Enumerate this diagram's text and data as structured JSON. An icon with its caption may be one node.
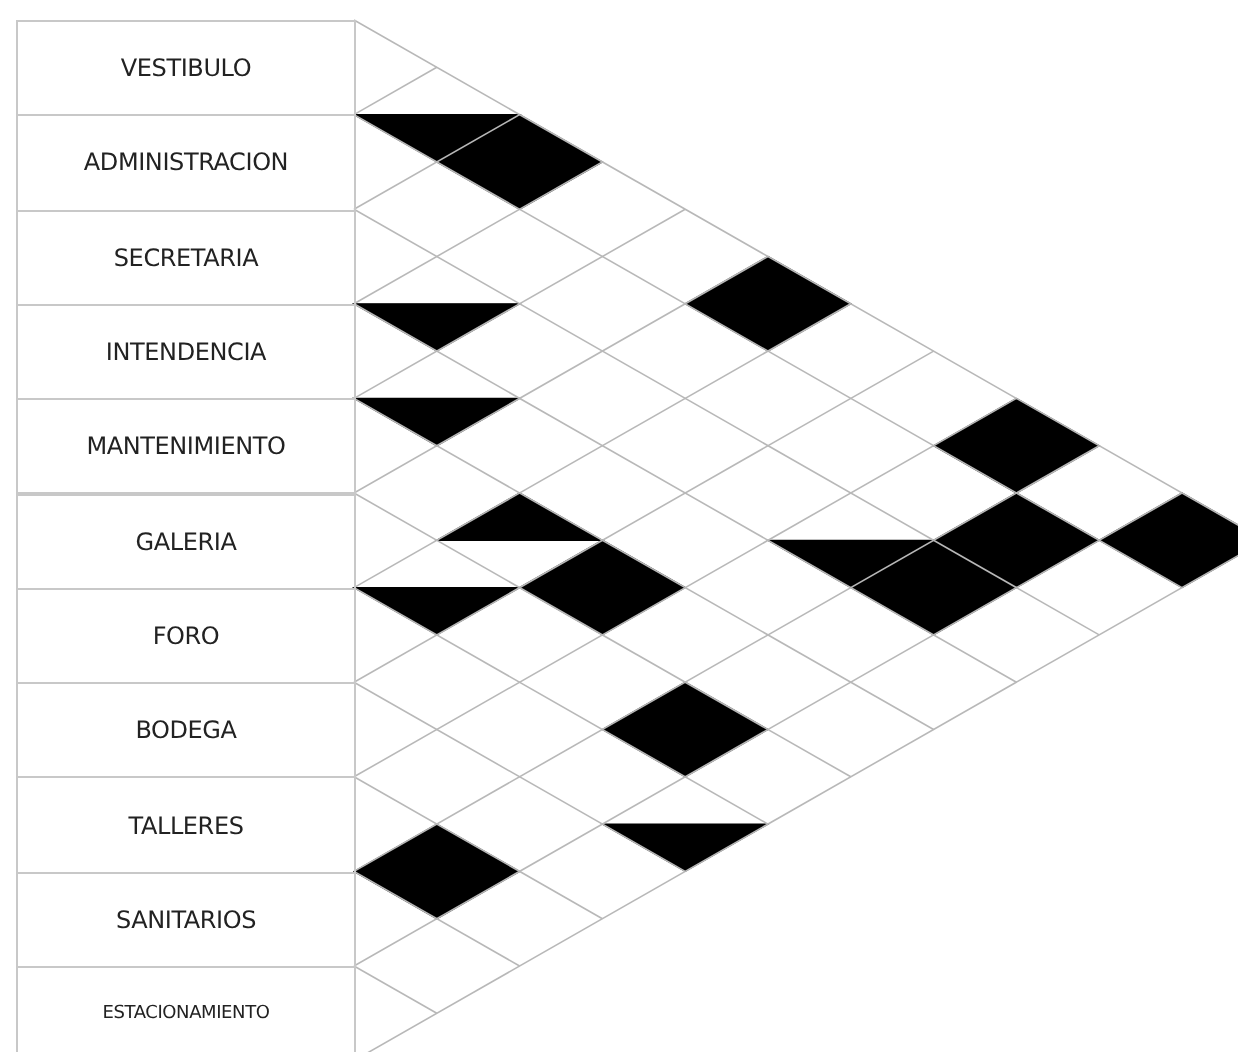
{
  "diagram": {
    "nodes": [
      {
        "text": [
          "VESTIBULO"
        ]
      },
      {
        "text": [
          "ADMINISTRACION"
        ]
      },
      {
        "text": [
          "SECRETARIA"
        ]
      },
      {
        "text": [
          "INTENDENCIA"
        ]
      },
      {
        "text": [
          "MANTENIMIENTO"
        ]
      },
      {
        "text": [
          "GALERIA"
        ]
      },
      {
        "text": [
          "FORO"
        ]
      },
      {
        "text": [
          "BODEGA"
        ]
      },
      {
        "text": [
          "TALLERES"
        ]
      },
      {
        "text": [
          "SANITARIOS"
        ]
      },
      {
        "text": [
          "ESTACIONAMIENTO"
        ]
      }
    ],
    "edges": []
  }
}
